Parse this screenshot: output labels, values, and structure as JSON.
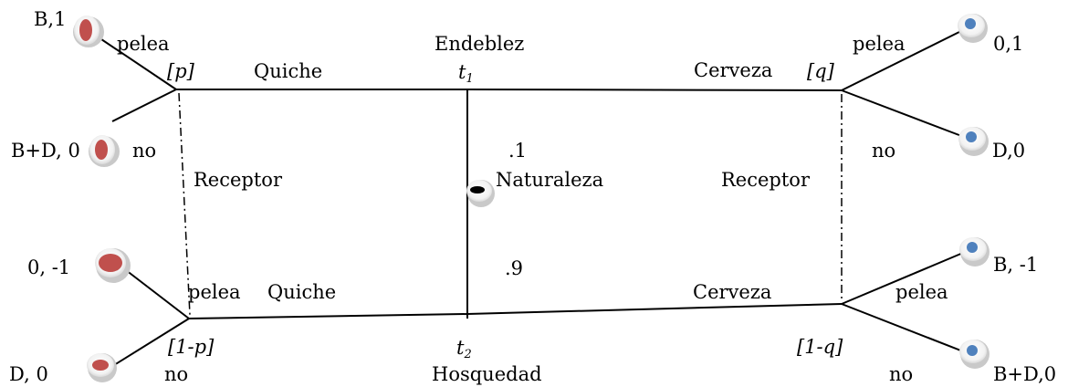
{
  "labels": {
    "endeblez": "Endeblez",
    "hosquedad": "Hosquedad",
    "t1": "t",
    "t1_sub": "1",
    "t2": "t",
    "t2_sub": "2",
    "naturaleza": "Naturaleza",
    "prob_top": ".1",
    "prob_bottom": ".9",
    "receptor_left": "Receptor",
    "receptor_right": "Receptor",
    "quiche_top": "Quiche",
    "quiche_bottom": "Quiche",
    "cerveza_top": "Cerveza",
    "cerveza_bottom": "Cerveza",
    "belief_p": "[p]",
    "belief_1p": "[1-p]",
    "belief_q": "[q]",
    "belief_1q": "[1-q]",
    "pelea_tl": "pelea",
    "no_tl": "no",
    "pelea_tr": "pelea",
    "no_tr": "no",
    "pelea_bl": "pelea",
    "no_bl": "no",
    "pelea_br": "pelea",
    "no_br": "no"
  },
  "payoffs": {
    "tl_pelea": "B,1",
    "tl_no": "B+D, 0",
    "tr_pelea": "0,1",
    "tr_no": "D,0",
    "bl_pelea": "0, -1",
    "bl_no": "D, 0",
    "br_pelea": "B, -1",
    "br_no": "B+D,0"
  },
  "colors": {
    "left_nodes": "#c0504d",
    "right_nodes": "#4f81bd",
    "nature_node": "#000000"
  }
}
